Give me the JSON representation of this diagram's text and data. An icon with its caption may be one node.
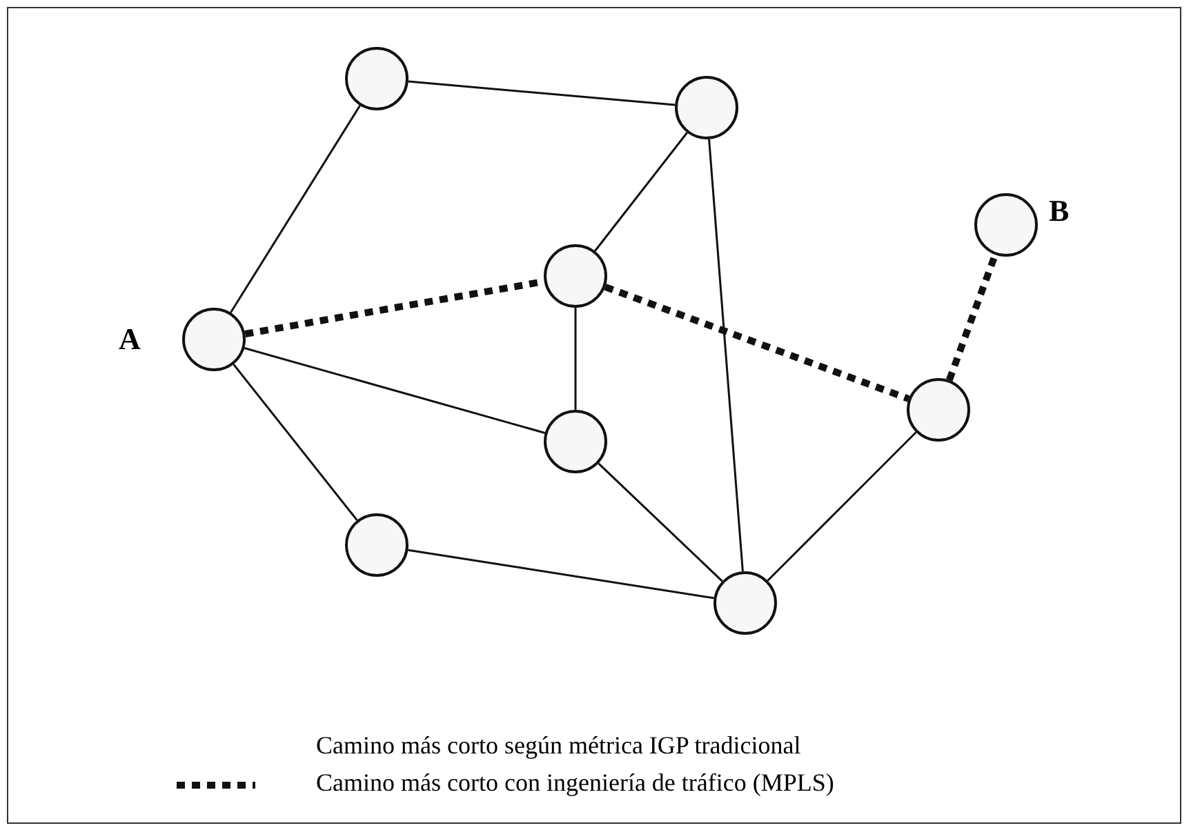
{
  "diagram": {
    "nodes": [
      {
        "text": [],
        "shape": "circle"
      },
      {
        "text": [],
        "shape": "circle"
      },
      {
        "text": [],
        "shape": "circle",
        "beside": [
          "B"
        ]
      },
      {
        "text": [],
        "shape": "circle"
      },
      {
        "text": [],
        "shape": "circle",
        "beside": [
          "A"
        ]
      },
      {
        "text": [],
        "shape": "circle"
      },
      {
        "text": [],
        "shape": "circle"
      },
      {
        "text": [],
        "shape": "circle"
      },
      {
        "text": [],
        "shape": "circle"
      }
    ],
    "edges": [
      {
        "from": 4,
        "to": 0,
        "arrow": "none"
      },
      {
        "from": 0,
        "to": 1,
        "arrow": "none"
      },
      {
        "from": 1,
        "to": 3,
        "arrow": "none"
      },
      {
        "from": 1,
        "to": 8,
        "arrow": "none"
      },
      {
        "from": 3,
        "to": 6,
        "arrow": "none"
      },
      {
        "from": 4,
        "to": 6,
        "arrow": "none"
      },
      {
        "from": 4,
        "to": 7,
        "arrow": "none"
      },
      {
        "from": 7,
        "to": 8,
        "arrow": "none"
      },
      {
        "from": 6,
        "to": 8,
        "arrow": "none"
      },
      {
        "from": 8,
        "to": 5,
        "arrow": "none"
      },
      {
        "from": 4,
        "to": 3,
        "arrow": "none",
        "style": "dashed"
      },
      {
        "from": 3,
        "to": 5,
        "arrow": "none",
        "style": "dashed"
      },
      {
        "from": 5,
        "to": 2,
        "arrow": "none",
        "style": "dashed"
      }
    ],
    "legend": [
      {
        "text": "Camino más corto según métrica IGP tradicional"
      },
      {
        "text": "Camino más corto con ingeniería de tráfico (MPLS)"
      }
    ]
  }
}
